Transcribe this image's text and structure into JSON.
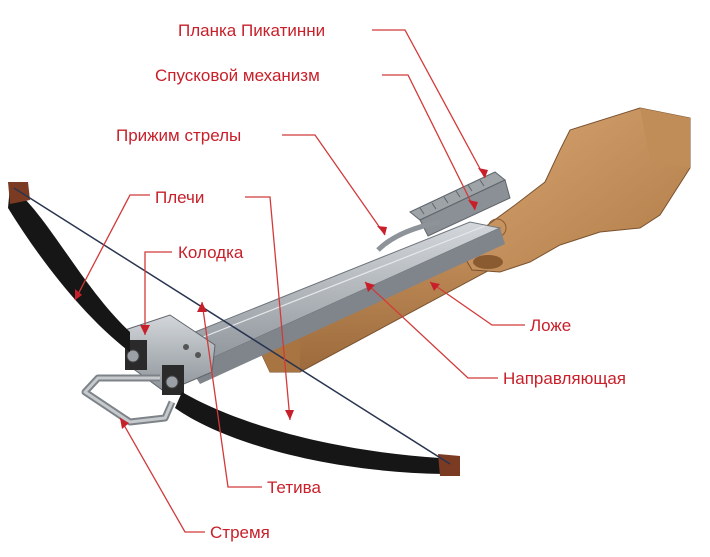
{
  "labels": {
    "picatinny": "Планка Пикатинни",
    "trigger": "Спусковой механизм",
    "arrow_clamp": "Прижим стрелы",
    "limbs": "Плечи",
    "block": "Колодка",
    "stock": "Ложе",
    "rail": "Направляющая",
    "string": "Тетива",
    "stirrup": "Стремя"
  },
  "colors": {
    "label": "#c8202a",
    "wood": "#b9834f",
    "limb": "#1a1a1a",
    "metal": "#a9aeb4",
    "string": "#2a3550"
  }
}
